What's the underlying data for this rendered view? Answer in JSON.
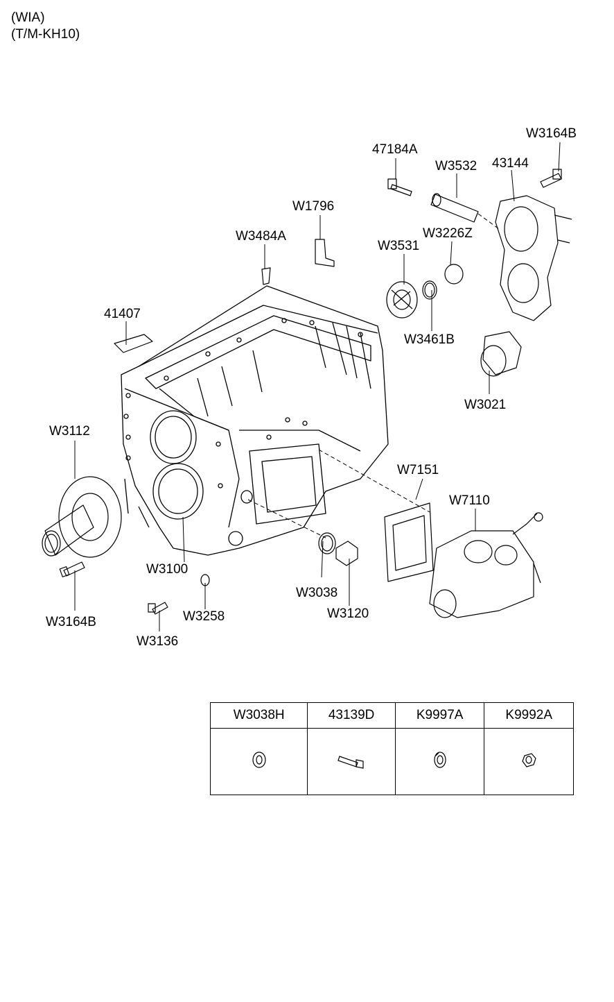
{
  "header": {
    "line1": "(WIA)",
    "line2": "(T/M-KH10)"
  },
  "callouts": {
    "c47184A": "47184A",
    "cW3532": "W3532",
    "c43144": "43144",
    "cW3164B_top": "W3164B",
    "cW1796": "W1796",
    "cW3484A": "W3484A",
    "cW3226Z": "W3226Z",
    "cW3531": "W3531",
    "c41407": "41407",
    "cW3461B": "W3461B",
    "cW3021": "W3021",
    "cW3112": "W3112",
    "cW7151": "W7151",
    "cW7110": "W7110",
    "cW3100": "W3100",
    "cW3038": "W3038",
    "cW3120": "W3120",
    "cW3164B_bot": "W3164B",
    "cW3258": "W3258",
    "cW3136": "W3136"
  },
  "legend": {
    "columns": [
      "W3038H",
      "43139D",
      "K9997A",
      "K9992A"
    ],
    "icons": [
      "washer-icon",
      "bolt-icon",
      "lock-washer-icon",
      "hex-nut-icon"
    ]
  }
}
